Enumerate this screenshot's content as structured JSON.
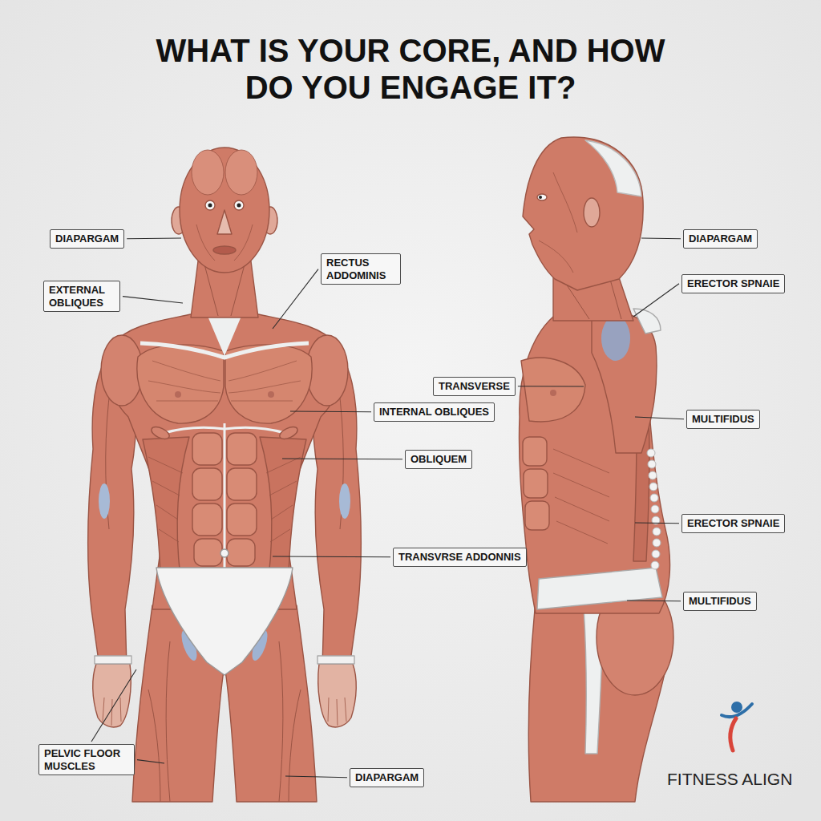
{
  "diagram": {
    "title": "WHAT IS YOUR CORE, AND HOW DO YOU ENGAGE IT?",
    "nodes": [
      {
        "text": [
          "DIAPARGAM"
        ]
      },
      {
        "text": [
          "DIAPARGAM"
        ]
      },
      {
        "text": [
          "RECTUS ADDOMINIS"
        ]
      },
      {
        "text": [
          "ERECTOR SPNAIE"
        ]
      },
      {
        "text": [
          "EXTERNAL OBLIQUES"
        ]
      },
      {
        "text": [
          "TRANSVERSE"
        ]
      },
      {
        "text": [
          "INTERNAL OBLIQUES"
        ]
      },
      {
        "text": [
          "MULTIFIDUS"
        ]
      },
      {
        "text": [
          "OBLIQUEM"
        ]
      },
      {
        "text": [
          "ERECTOR SPNAIE"
        ]
      },
      {
        "text": [
          "TRANSVRSE ADDONNIS"
        ]
      },
      {
        "text": [
          "MULTIFIDUS"
        ]
      },
      {
        "text": [
          "PELVIC FLOOR MUSCLES"
        ]
      },
      {
        "text": [
          "DIAPARGAM"
        ]
      }
    ],
    "labels": [
      "FITNESS ALIGN"
    ]
  }
}
